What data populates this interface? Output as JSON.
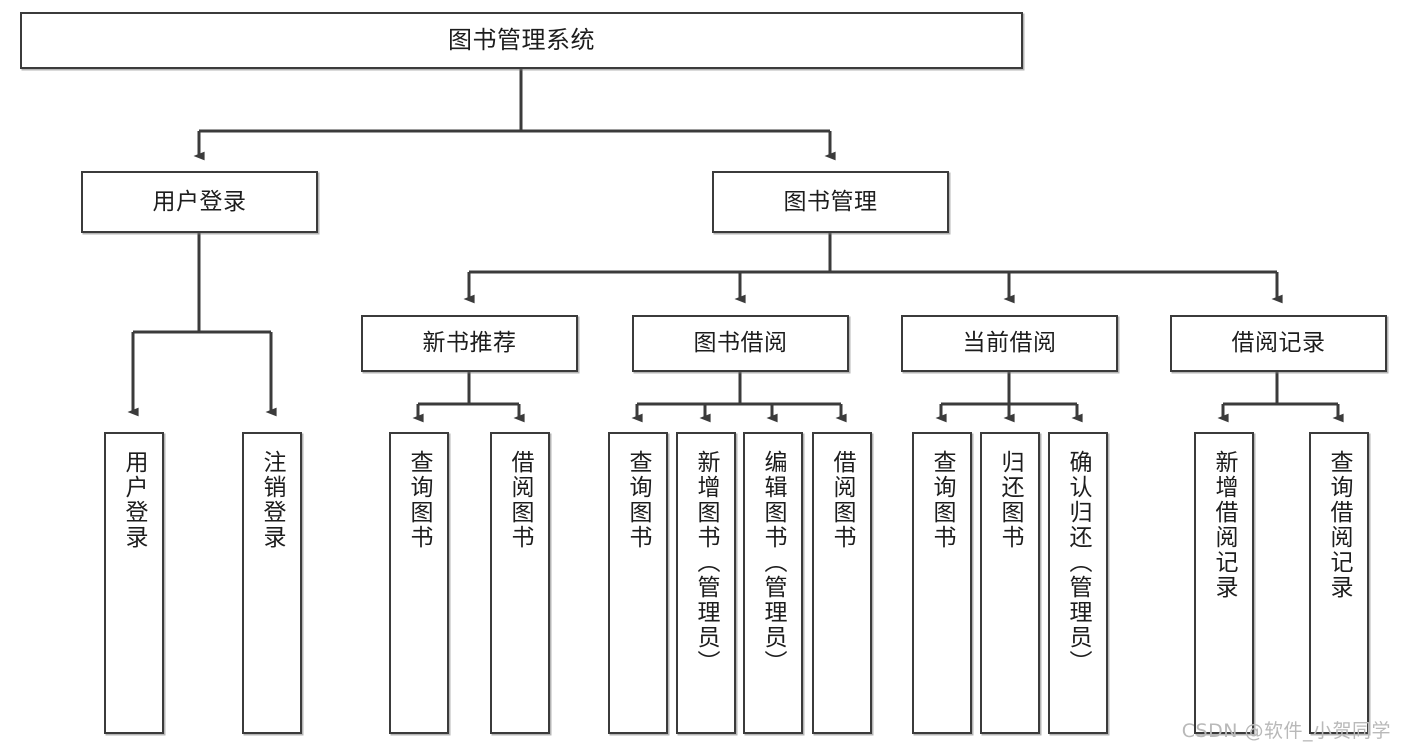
{
  "diagram": {
    "title": "图书管理系统",
    "watermark": "CSDN @软件_小贺同学",
    "line_color": "#3b3b3b",
    "box_fill": "#ffffff",
    "text_color": "#1d1d1d",
    "watermark_color": "#b9b9b9"
  },
  "nodes": {
    "root": {
      "label": "图书管理系统",
      "level": 1
    },
    "level2": [
      {
        "id": "user-login",
        "label": "用户登录"
      },
      {
        "id": "book-manage",
        "label": "图书管理"
      }
    ],
    "level3": [
      {
        "id": "new-book-recommend",
        "label": "新书推荐",
        "parent": "book-manage"
      },
      {
        "id": "book-borrow",
        "label": "图书借阅",
        "parent": "book-manage"
      },
      {
        "id": "current-borrow",
        "label": "当前借阅",
        "parent": "book-manage"
      },
      {
        "id": "borrow-record",
        "label": "借阅记录",
        "parent": "book-manage"
      }
    ],
    "leaves": {
      "user-login": [
        {
          "id": "leaf-user-login",
          "label": "用户登录"
        },
        {
          "id": "leaf-logout-login",
          "label": "注销登录"
        }
      ],
      "new-book-recommend": [
        {
          "id": "leaf-query-book-1",
          "label": "查询图书"
        },
        {
          "id": "leaf-borrow-book-1",
          "label": "借阅图书"
        }
      ],
      "book-borrow": [
        {
          "id": "leaf-query-book-2",
          "label": "查询图书"
        },
        {
          "id": "leaf-add-book",
          "label": "新增图书（管理员）"
        },
        {
          "id": "leaf-edit-book",
          "label": "编辑图书（管理员）"
        },
        {
          "id": "leaf-borrow-book-2",
          "label": "借阅图书"
        }
      ],
      "current-borrow": [
        {
          "id": "leaf-query-book-3",
          "label": "查询图书"
        },
        {
          "id": "leaf-return-book",
          "label": "归还图书"
        },
        {
          "id": "leaf-confirm-return",
          "label": "确认归还（管理员）"
        }
      ],
      "borrow-record": [
        {
          "id": "leaf-add-record",
          "label": "新增借阅记录"
        },
        {
          "id": "leaf-query-record",
          "label": "查询借阅记录"
        }
      ]
    }
  }
}
